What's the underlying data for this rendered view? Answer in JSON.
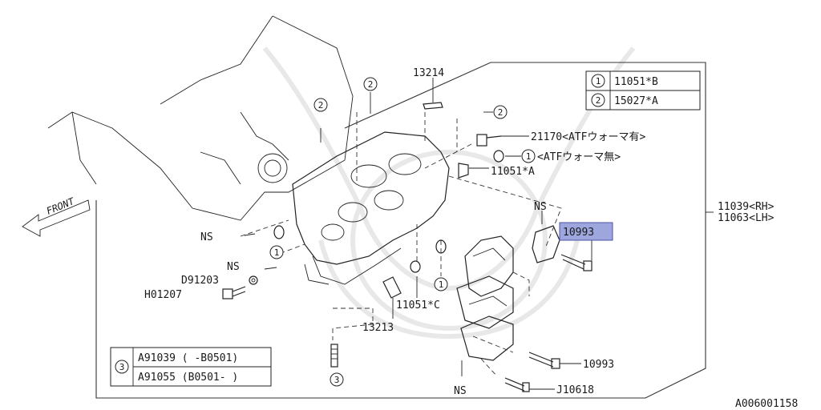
{
  "diagram_id": "A006001158",
  "legend_top": [
    {
      "num": "1",
      "code": "11051*B"
    },
    {
      "num": "2",
      "code": "15027*A"
    }
  ],
  "legend_bottom": {
    "num": "3",
    "rows": [
      "A91039 ( -B0501)",
      "A91055 (B0501- )"
    ]
  },
  "labels": {
    "p13214": "13214",
    "p21170": "21170<ATFウォーマ有>",
    "p1_atf": "<ATFウォーマ無>",
    "p11051a": "11051*A",
    "p11039": "11039<RH>",
    "p11063": "11063<LH>",
    "p10993_hl": "10993",
    "p10993": "10993",
    "pJ10618": "J10618",
    "p13213": "13213",
    "p11051c": "11051*C",
    "ns1": "NS",
    "ns2": "NS",
    "ns3": "NS",
    "ns4": "NS",
    "pD91203": "D91203",
    "pH01207": "H01207",
    "front": "FRONT"
  },
  "circle_marks": {
    "c1a": "1",
    "c1b": "1",
    "c1c": "1",
    "c1d": "1",
    "c2a": "2",
    "c2b": "2",
    "c2c": "2",
    "c3a": "3"
  },
  "highlight_color": "#9da6dd"
}
